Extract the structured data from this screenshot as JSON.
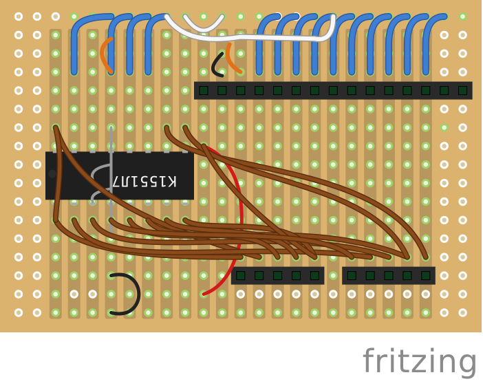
{
  "board": {
    "type": "stripboard",
    "colors": {
      "board": "#dbb36e",
      "copper_strip": "#b8975e",
      "hole_ring": "#ffffff",
      "hole_center": "#d9c7a0",
      "connected_ring": "#9fd36a",
      "connected_center": "#eef7de",
      "header_body": "#2a2a2a",
      "header_pin": "#0e3a1c",
      "ic_body": "#1f1f1f",
      "blue_wire": "#3f7fd3",
      "white_wire": "#f7f7f7",
      "orange_wire": "#e0721a",
      "black_wire": "#222222",
      "brown_wire": "#8a4a1a",
      "red_wire": "#d21a1a",
      "grey_wire": "#9a9a9a"
    }
  },
  "ic": {
    "label": "K1551Л7"
  },
  "logo": {
    "text": "fritzing",
    "color": "#8b8b8b"
  }
}
